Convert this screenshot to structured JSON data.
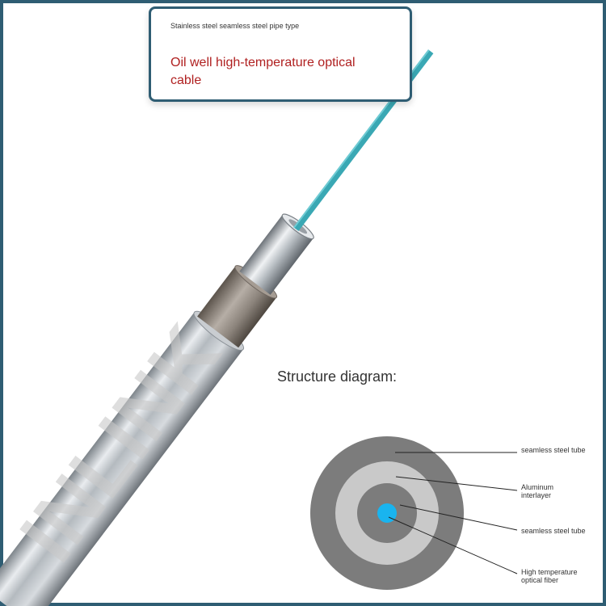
{
  "card": {
    "subtitle": "Stainless steel seamless steel pipe type",
    "title": "Oil well high-temperature optical cable"
  },
  "structure": {
    "heading": "Structure diagram:",
    "labels": [
      "seamless steel tube",
      "Aluminum interlayer",
      "seamless steel tube",
      "High temperature optical fiber"
    ]
  },
  "watermark": "INLINK",
  "colors": {
    "frame": "#2f5d73",
    "title": "#b02020",
    "fiber": "#3aa8b4",
    "core": "#19b4ef"
  }
}
